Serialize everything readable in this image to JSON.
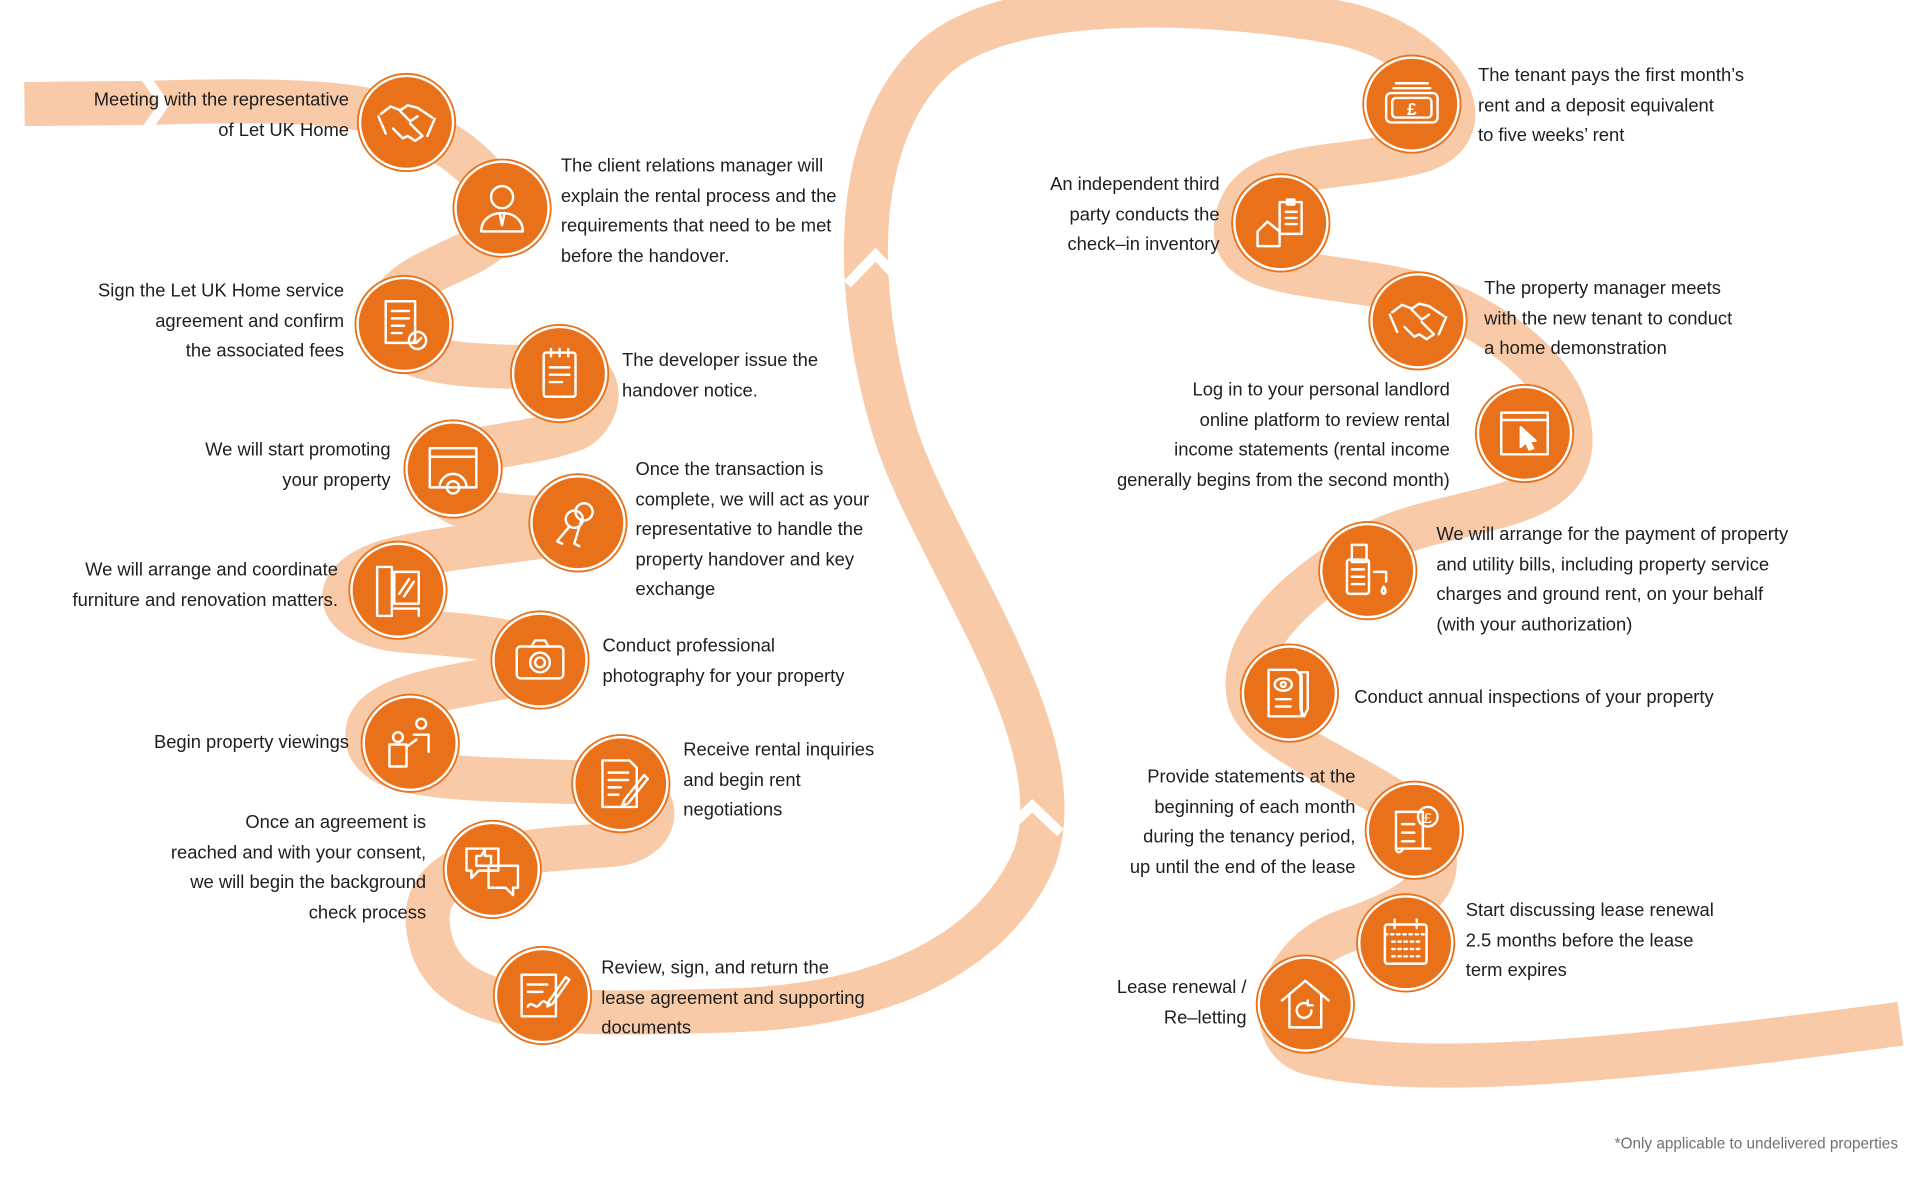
{
  "colors": {
    "accent": "#e9711a",
    "road": "#f8caa7",
    "text": "#1e1e1e",
    "note": "#707070"
  },
  "steps": [
    {
      "icon": "handshake-icon",
      "lines": [
        "Meeting with the representative",
        "of Let UK Home"
      ]
    },
    {
      "icon": "person-icon",
      "lines": [
        "The client relations manager will",
        "explain the rental process and the",
        "requirements that need to be met",
        "before the handover."
      ]
    },
    {
      "icon": "signed-document-icon",
      "lines": [
        "Sign the Let UK Home service",
        "agreement and confirm",
        "the associated fees"
      ]
    },
    {
      "icon": "notepad-icon",
      "lines": [
        "The developer issue the",
        "handover notice."
      ]
    },
    {
      "icon": "browser-gear-icon",
      "lines": [
        "We will start promoting",
        "your property"
      ]
    },
    {
      "icon": "keys-icon",
      "lines": [
        "Once the transaction is",
        "complete, we will act as your",
        "representative to handle the",
        "property handover and key",
        "exchange"
      ]
    },
    {
      "icon": "furniture-icon",
      "lines": [
        "We will arrange and coordinate",
        "furniture and renovation matters."
      ]
    },
    {
      "icon": "camera-icon",
      "lines": [
        "Conduct professional",
        "photography for your property"
      ]
    },
    {
      "icon": "viewing-icon",
      "lines": [
        "Begin property viewings"
      ]
    },
    {
      "icon": "document-pen-icon",
      "lines": [
        "Receive rental inquiries",
        "and begin rent",
        "negotiations"
      ]
    },
    {
      "icon": "chat-thumbs-up-icon",
      "lines": [
        "Once an agreement is",
        "reached and with your consent,",
        "we will begin the background",
        "check process"
      ]
    },
    {
      "icon": "sign-contract-icon",
      "lines": [
        "Review, sign, and return the",
        "lease agreement and supporting",
        "documents"
      ]
    },
    {
      "icon": "pound-note-icon",
      "lines": [
        "The tenant pays the first month’s",
        "rent and a deposit equivalent",
        "to five weeks’ rent"
      ]
    },
    {
      "icon": "clipboard-house-icon",
      "lines": [
        "An independent third",
        "party conducts the",
        "check–in inventory"
      ]
    },
    {
      "icon": "handshake-icon",
      "lines": [
        "The property manager meets",
        "with the new tenant to conduct",
        "a home demonstration"
      ]
    },
    {
      "icon": "browser-cursor-icon",
      "lines": [
        "Log in to your personal landlord",
        "online platform to review rental",
        "income statements (rental income",
        "generally begins from the second month)"
      ]
    },
    {
      "icon": "bill-payment-icon",
      "lines": [
        "We will arrange for the payment of property",
        "and utility bills, including property service",
        "charges and ground rent, on your behalf",
        "(with your authorization)"
      ]
    },
    {
      "icon": "inspection-icon",
      "lines": [
        "Conduct annual inspections of your property"
      ]
    },
    {
      "icon": "statement-icon",
      "lines": [
        "Provide statements at the",
        "beginning of each month",
        "during the tenancy period,",
        "up until the end of the lease"
      ]
    },
    {
      "icon": "calendar-icon",
      "lines": [
        "Start discussing lease renewal",
        "2.5 months before the lease",
        "term expires"
      ]
    },
    {
      "icon": "house-renewal-icon",
      "lines": [
        "Lease renewal /",
        "Re–letting"
      ]
    }
  ],
  "footnote": "*Only applicable to undelivered properties"
}
